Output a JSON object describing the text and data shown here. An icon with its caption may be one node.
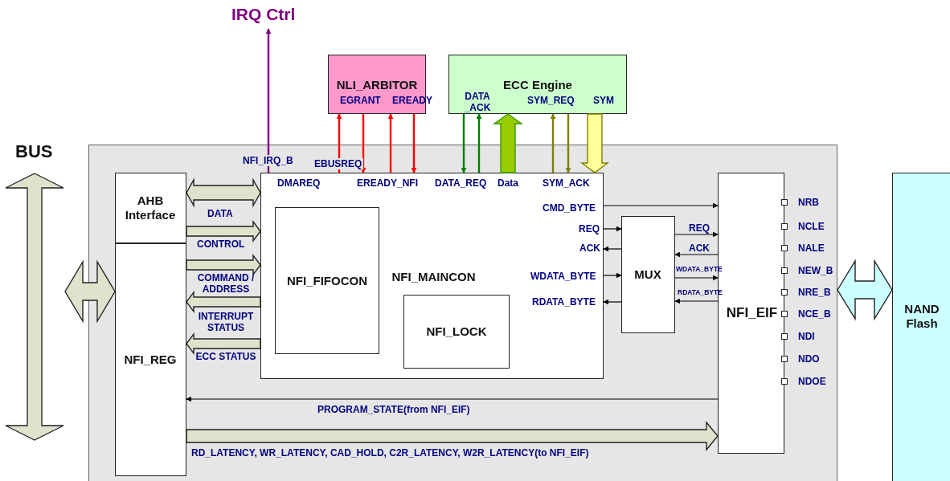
{
  "diagram": {
    "nodes": [
      {
        "text": [
          "IRQ Ctrl"
        ]
      },
      {
        "text": [
          "NLI_ARBITOR"
        ]
      },
      {
        "text": [
          "ECC Engine"
        ]
      },
      {
        "text": [
          "BUS"
        ]
      },
      {
        "text": [],
        "shape": "box"
      },
      {
        "text": [
          "AHB Interface"
        ],
        "in": 4
      },
      {
        "text": [
          "NFI_REG"
        ],
        "in": 4
      },
      {
        "text": [
          "NFI_MAINCON"
        ],
        "in": 4
      },
      {
        "text": [
          "NFI_FIFOCON"
        ],
        "in": 7
      },
      {
        "text": [
          "NFI_LOCK"
        ],
        "in": 7
      },
      {
        "text": [
          "MUX"
        ],
        "in": 4
      },
      {
        "text": [
          "NFI_EIF"
        ],
        "in": 4
      },
      {
        "text": [
          "NAND Flash"
        ]
      }
    ],
    "edges": [
      {
        "from": 7,
        "to": 0,
        "arrow": "to",
        "label": "NFI_IRQ_B",
        "color": "#800080"
      },
      {
        "from": 7,
        "to": 1,
        "arrow": "to",
        "label": "EBUSREQ",
        "color": "#ff0000"
      },
      {
        "from": 1,
        "to": 7,
        "arrow": "to",
        "label": "EGRANT",
        "color": "#ff0000"
      },
      {
        "from": 7,
        "to": 1,
        "arrow": "to",
        "label": "EREADY_NFI",
        "color": "#ff0000"
      },
      {
        "from": 1,
        "to": 7,
        "arrow": "to",
        "label": "EREADY",
        "color": "#ff0000"
      },
      {
        "from": 2,
        "to": 7,
        "arrow": "to",
        "label": "DATA_REQ",
        "color": "#008000"
      },
      {
        "from": 7,
        "to": 2,
        "arrow": "to",
        "label": "DATA _ACK",
        "color": "#008000"
      },
      {
        "from": 7,
        "to": 2,
        "arrow": "to",
        "label": "Data",
        "style": "thick",
        "color": "#99cc00"
      },
      {
        "from": 7,
        "to": 2,
        "arrow": "to",
        "label": "SYM_REQ",
        "color": "#808000"
      },
      {
        "from": 2,
        "to": 7,
        "arrow": "to",
        "label": "SYM_ACK",
        "color": "#808000"
      },
      {
        "from": 2,
        "to": 7,
        "arrow": "to",
        "label": "SYM",
        "style": "thick",
        "color": "#ffff99"
      },
      {
        "from": 3,
        "to": 6,
        "arrow": "both",
        "style": "thick",
        "color": "#dfe3cc"
      },
      {
        "from": 5,
        "to": 7,
        "arrow": "both",
        "label": "DATA",
        "style": "thick",
        "color": "#dfe3cc"
      },
      {
        "from": 5,
        "to": 7,
        "arrow": "to",
        "label": "CONTROL",
        "style": "thick",
        "color": "#dfe3cc"
      },
      {
        "from": 6,
        "to": 7,
        "arrow": "to",
        "label": "COMMAND / ADDRESS",
        "style": "thick",
        "color": "#dfe3cc"
      },
      {
        "from": 7,
        "to": 6,
        "arrow": "to",
        "label": "INTERRUPT STATUS",
        "style": "thick",
        "color": "#dfe3cc"
      },
      {
        "from": 7,
        "to": 6,
        "arrow": "to",
        "label": "ECC STATUS",
        "style": "thick",
        "color": "#dfe3cc"
      },
      {
        "from": 7,
        "to": 11,
        "arrow": "to",
        "label": "CMD_BYTE"
      },
      {
        "from": 7,
        "to": 10,
        "arrow": "to",
        "label": "REQ"
      },
      {
        "from": 10,
        "to": 7,
        "arrow": "to",
        "label": "ACK"
      },
      {
        "from": 7,
        "to": 10,
        "arrow": "to",
        "label": "WDATA_BYTE"
      },
      {
        "from": 10,
        "to": 7,
        "arrow": "to",
        "label": "RDATA_BYTE"
      },
      {
        "from": 10,
        "to": 11,
        "arrow": "to",
        "label": "REQ"
      },
      {
        "from": 11,
        "to": 10,
        "arrow": "to",
        "label": "ACK"
      },
      {
        "from": 10,
        "to": 11,
        "arrow": "to",
        "label": "WDATA_BYTE"
      },
      {
        "from": 11,
        "to": 10,
        "arrow": "to",
        "label": "RDATA_BYTE"
      },
      {
        "from": 11,
        "to": 6,
        "arrow": "to",
        "label": "PROGRAM_STATE(from NFI_EIF)"
      },
      {
        "from": 6,
        "to": 11,
        "arrow": "to",
        "label": "RD_LATENCY, WR_LATENCY, CAD_HOLD, C2R_LATENCY, W2R_LATENCY(to NFI_EIF)",
        "style": "thick",
        "color": "#dfe3cc"
      },
      {
        "from": 4,
        "to": 12,
        "arrow": "both",
        "style": "thick",
        "color": "#ccffff"
      }
    ],
    "labels": [
      "DMAREQ",
      "NRB",
      "NCLE",
      "NALE",
      "NEW_B",
      "NRE_B",
      "NCE_B",
      "NDI",
      "NDO",
      "NDOE"
    ]
  }
}
